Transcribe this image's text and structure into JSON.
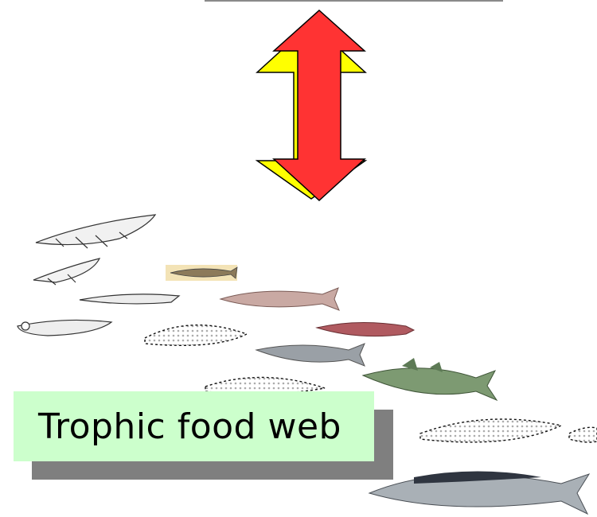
{
  "title_label": "Trophic food web",
  "colors": {
    "arrow_front": "#ff3333",
    "arrow_back": "#ffff00",
    "label_box": "#ccffcc",
    "label_shadow": "#7f7f7f"
  },
  "icons": [
    "double-arrow-icon",
    "fish-larva-sketch",
    "fish-illustration"
  ]
}
